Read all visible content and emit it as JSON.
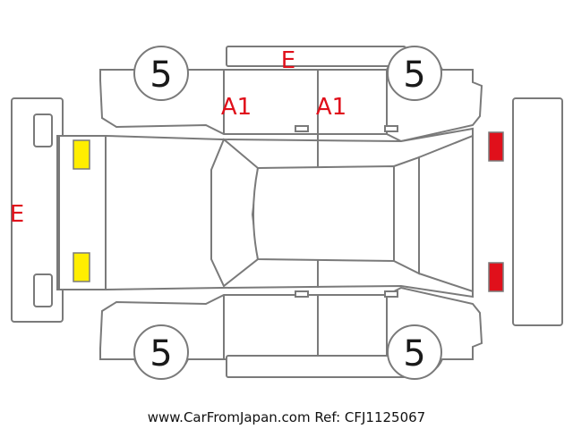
{
  "colors": {
    "outline": "#7a7a7a",
    "damage_mark": "#e0101b",
    "front_light": "#ffee00",
    "rear_light": "#e0101b"
  },
  "tires": [
    {
      "id": "front-left",
      "value": "5"
    },
    {
      "id": "rear-left",
      "value": "5"
    },
    {
      "id": "front-right",
      "value": "5"
    },
    {
      "id": "rear-right",
      "value": "5"
    }
  ],
  "marks": {
    "roof_top": "E",
    "front_bumper": "E",
    "left_front_door": "A1",
    "left_rear_door": "A1"
  },
  "footer": {
    "watermark": "www.CarFromJapan.com Ref: CFJ1125067"
  }
}
